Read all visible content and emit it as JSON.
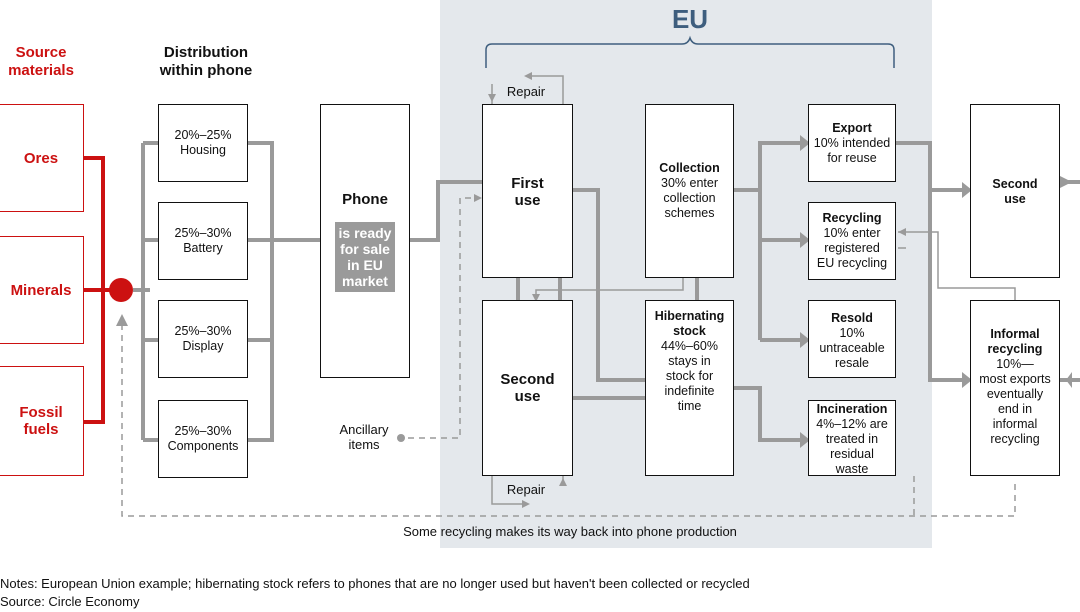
{
  "eu_label": "EU",
  "headers": {
    "source": "Source\nmaterials",
    "distribution": "Distribution\nwithin phone"
  },
  "sources": [
    "Ores",
    "Minerals",
    "Fossil\nfuels"
  ],
  "components": [
    {
      "share": "20%–25%",
      "name": "Housing"
    },
    {
      "share": "25%–30%",
      "name": "Battery"
    },
    {
      "share": "25%–30%",
      "name": "Display"
    },
    {
      "share": "25%–30%",
      "name": "Components"
    }
  ],
  "phone": {
    "title": "Phone",
    "banner": "is ready\nfor sale\nin EU\nmarket"
  },
  "first_use": "First\nuse",
  "second_use_eu": "Second\nuse",
  "repair_top": "Repair",
  "repair_bottom": "Repair",
  "collection": {
    "title": "Collection",
    "text": "30% enter\ncollection\nschemes"
  },
  "hibernating": {
    "title": "Hibernating\nstock",
    "text": "44%–60%\nstays in\nstock for\nindefinite\ntime"
  },
  "export": {
    "title": "Export",
    "text": "10% intended\nfor reuse"
  },
  "recycling": {
    "title": "Recycling",
    "text": "10% enter\nregistered\nEU recycling"
  },
  "resold": {
    "title": "Resold",
    "text": "10%\nuntraceable\nresale"
  },
  "incineration": {
    "title": "Incineration",
    "text": "4%–12% are\ntreated in\nresidual\nwaste"
  },
  "second_use_out": "Second\nuse",
  "informal": {
    "title": "Informal\nrecycling",
    "text": "10%—\nmost exports\neventually\nend in\ninformal\nrecycling"
  },
  "ancillary": "Ancillary\nitems",
  "loop_caption": "Some recycling makes its way back into phone production",
  "notes": "Notes: European Union example; hibernating stock refers to phones that are no longer used but haven't been collected or recycled",
  "source_line": "Source: Circle Economy",
  "colors": {
    "source_red": "#cc1111",
    "flow_gray": "#9a9a9a",
    "eu_panel": "#e4e8ec",
    "eu_title": "#3e5e7e"
  }
}
